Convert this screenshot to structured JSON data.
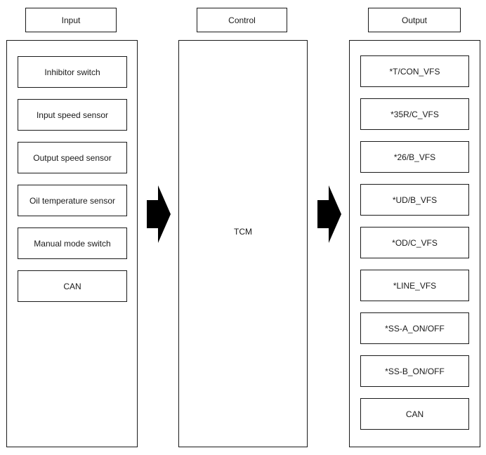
{
  "columns": {
    "input": {
      "header": "Input",
      "items": [
        "Inhibitor switch",
        "Input speed sensor",
        "Output speed sensor",
        "Oil temperature sensor",
        "Manual mode switch",
        "CAN"
      ]
    },
    "control": {
      "header": "Control",
      "unit_label": "TCM"
    },
    "output": {
      "header": "Output",
      "items": [
        "*T/CON_VFS",
        "*35R/C_VFS",
        "*26/B_VFS",
        "*UD/B_VFS",
        "*OD/C_VFS",
        "*LINE_VFS",
        "*SS-A_ON/OFF",
        "*SS-B_ON/OFF",
        "CAN"
      ]
    }
  },
  "icons": {
    "arrow_input_to_control": "block-arrow-right",
    "arrow_control_to_output": "block-arrow-right"
  },
  "colors": {
    "background": "#ffffff",
    "border": "#1a1a1a",
    "text": "#1a1a1a",
    "arrow_fill": "#000000"
  }
}
